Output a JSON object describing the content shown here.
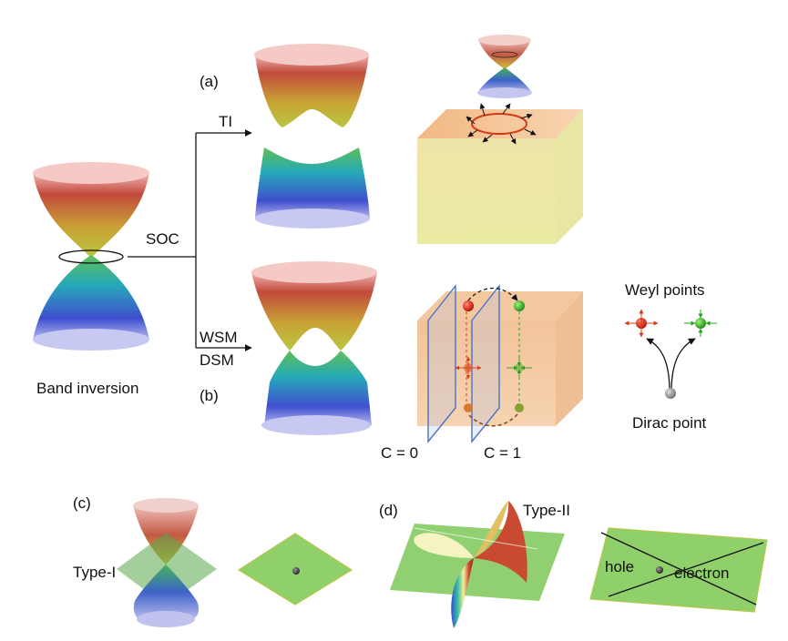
{
  "labels": {
    "panel_a": "(a)",
    "panel_b": "(b)",
    "panel_c": "(c)",
    "panel_d": "(d)",
    "ti": "TI",
    "soc": "SOC",
    "wsm": "WSM",
    "dsm": "DSM",
    "band_inversion": "Band inversion",
    "weyl_points": "Weyl points",
    "dirac_point": "Dirac point",
    "c0": "C = 0",
    "c1": "C = 1",
    "type_i": "Type-I",
    "type_ii": "Type-II",
    "hole": "hole",
    "electron": "electron"
  },
  "colors": {
    "red_band": "#c0504d",
    "green_band": "#9bbb59",
    "blue_band": "#4f6fd0",
    "box_yellow": "#ecebaa",
    "box_orange": "#f3c79b",
    "plane_green": "#8fd06a",
    "weyl_red": "#e02010",
    "weyl_green": "#2aa020"
  }
}
